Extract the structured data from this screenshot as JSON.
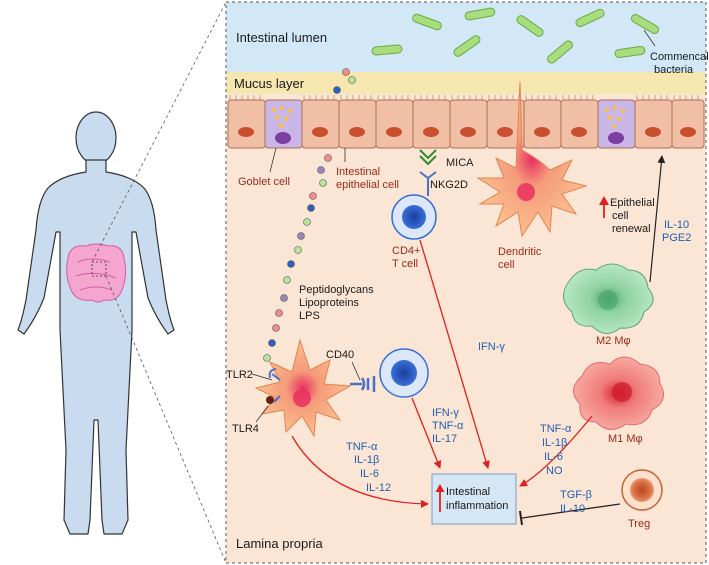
{
  "regions": {
    "lumen": "Intestinal lumen",
    "mucus": "Mucus layer",
    "lamina": "Lamina propria"
  },
  "labels": {
    "bacteria_line1": "Commencal",
    "bacteria_line2": "bacteria",
    "goblet": "Goblet cell",
    "iec_line1": "Intestinal",
    "iec_line2": "epithelial cell",
    "mica": "MICA",
    "nkg2d": "NKG2D",
    "cd4_line1": "CD4+",
    "cd4_line2": "T cell",
    "dc_line1": "Dendritic",
    "dc_line2": "cell",
    "pamp1": "Peptidoglycans",
    "pamp2": "Lipoproteins",
    "pamp3": "LPS",
    "tlr2": "TLR2",
    "tlr4": "TLR4",
    "cd40": "CD40",
    "renewal_line1": "Epithelial",
    "renewal_line2": "cell",
    "renewal_line3": "renewal",
    "m2": "M2 Mφ",
    "m1": "M1 Mφ",
    "treg": "Treg",
    "inflam_line1": "Intestinal",
    "inflam_line2": "inflammation"
  },
  "cytokines": {
    "m2_1": "IL-10",
    "m2_2": "PGE2",
    "cd4": "IFN-γ",
    "tcell_1": "IFN-γ",
    "tcell_2": "TNF-α",
    "tcell_3": "IL-17",
    "dc_1": "TNF-α",
    "dc_2": "IL-1β",
    "dc_3": "IL-6",
    "dc_4": "IL-12",
    "m1_1": "TNF-α",
    "m1_2": "IL-1β",
    "m1_3": "IL-6",
    "m1_4": "NO",
    "treg_1": "TGF-β",
    "treg_2": "IL-10"
  },
  "colors": {
    "lumen": "#d3e8f6",
    "mucus": "#f6e6b0",
    "lamina": "#fbe6d6",
    "epithelium": "#f0bfa6",
    "nucleus": "#c94f2e",
    "goblet": "#c9b6e6",
    "bacteria": "#a8dd7e",
    "red_arrow": "#e02020",
    "text_blue": "#1f5fb0",
    "text_red": "#9b2a1a"
  }
}
